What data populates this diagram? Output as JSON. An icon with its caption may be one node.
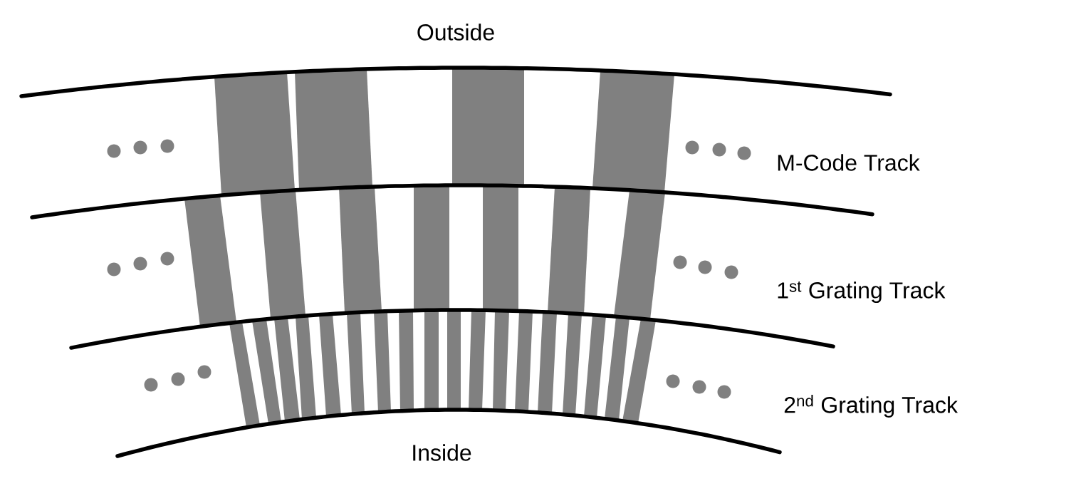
{
  "diagram": {
    "labels": [
      "Outside",
      "M-Code Track",
      "1$^{st}$ Grating Track",
      "2$^{nd}$ Grating Track",
      "Inside"
    ]
  }
}
